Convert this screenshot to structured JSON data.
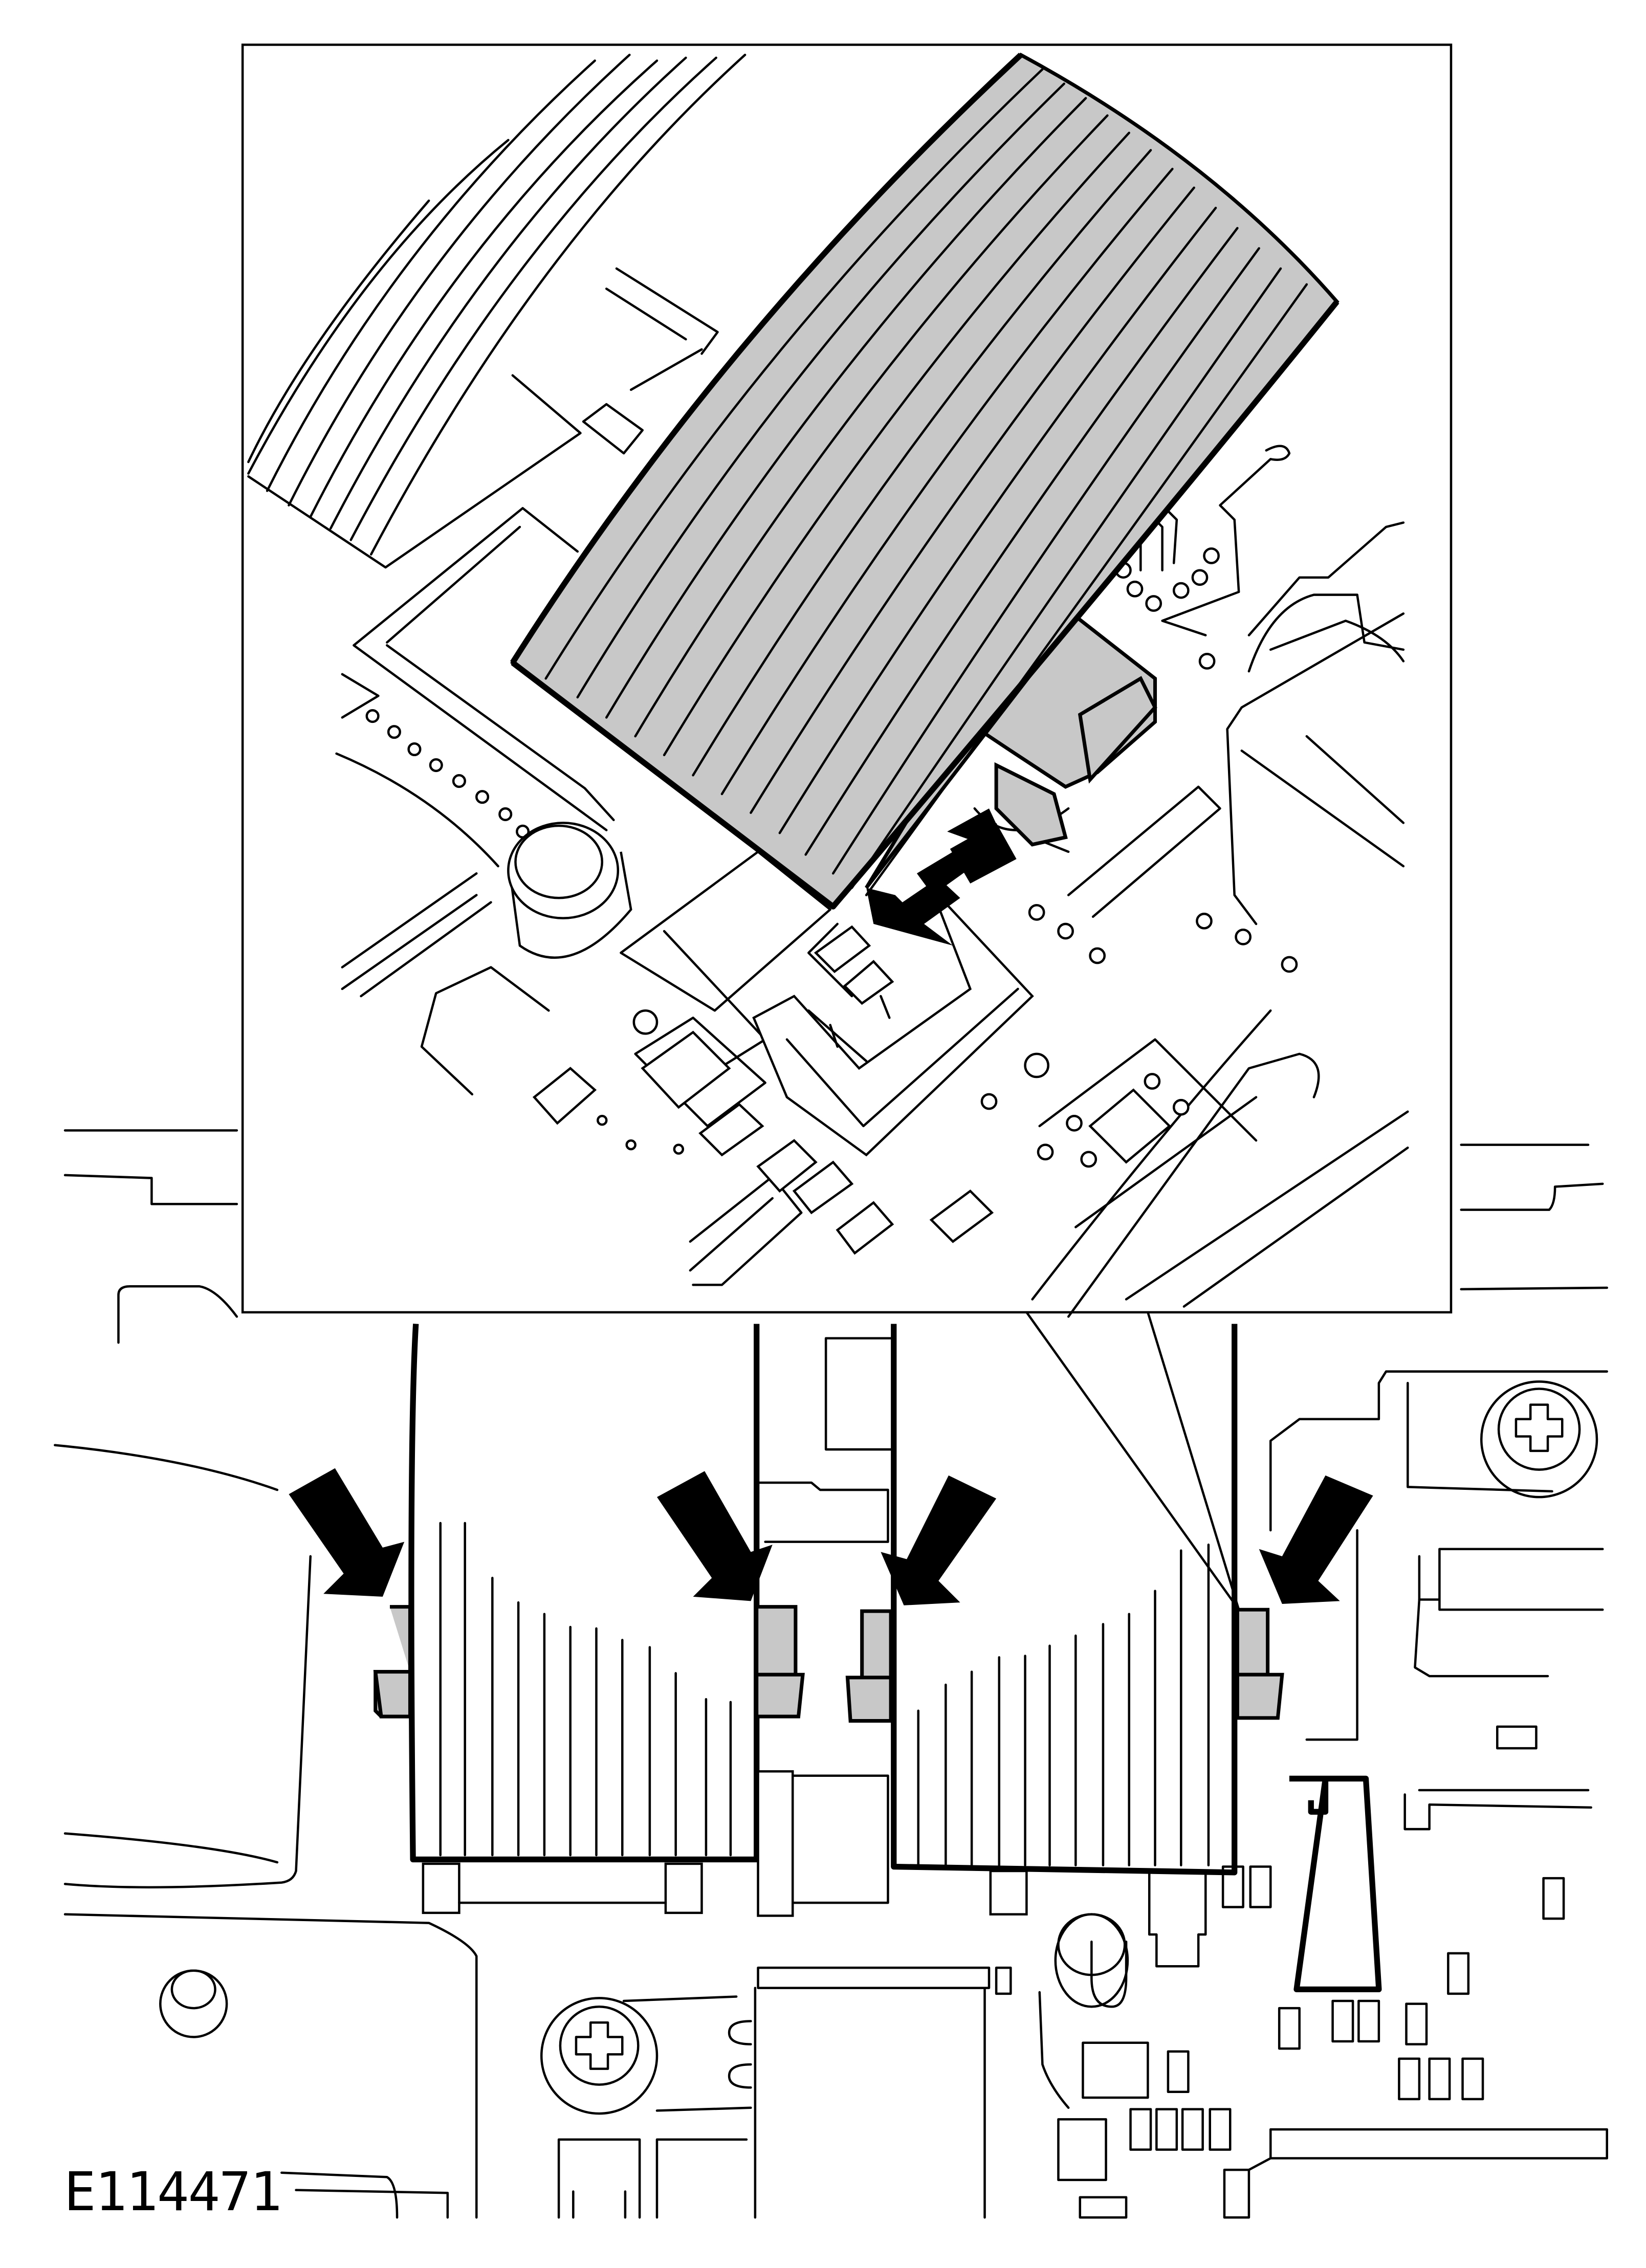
{
  "figure": {
    "reference_code": "E114471",
    "description_icons": [
      "ribbon-cable",
      "connector-latch",
      "press-arrow"
    ],
    "colors": {
      "line": "#000000",
      "cable_fill": "#c8c8c8",
      "background": "#ffffff"
    }
  }
}
